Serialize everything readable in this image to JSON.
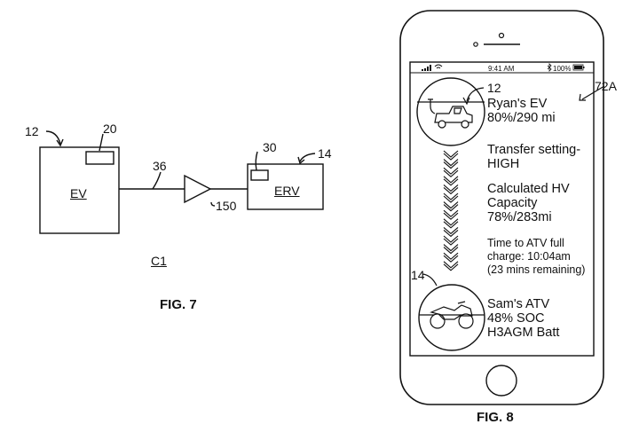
{
  "fig7": {
    "label_12": "12",
    "label_20": "20",
    "label_36": "36",
    "label_150": "150",
    "label_30": "30",
    "label_14": "14",
    "ev_text": "EV",
    "erv_text": "ERV",
    "c1": "C1",
    "caption": "FIG. 7"
  },
  "fig8": {
    "ref_72a": "72A",
    "caption": "FIG. 8",
    "status": {
      "time": "9:41 AM",
      "battery": "100%"
    },
    "source": {
      "ref": "12",
      "name": "Ryan's EV",
      "charge": "80%/290 mi",
      "icon": "ev-car-icon"
    },
    "transfer": {
      "line1": "Transfer setting-",
      "line2": "HIGH"
    },
    "capacity": {
      "line1": "Calculated HV",
      "line2": "Capacity",
      "line3": "78%/283mi"
    },
    "timing": {
      "line1": "Time to ATV full",
      "line2": "charge: 10:04am",
      "line3": "(23 mins remaining)"
    },
    "target": {
      "ref": "14",
      "name": "Sam's ATV",
      "soc": "48% SOC",
      "battery": "H3AGM Batt",
      "icon": "atv-icon"
    }
  }
}
